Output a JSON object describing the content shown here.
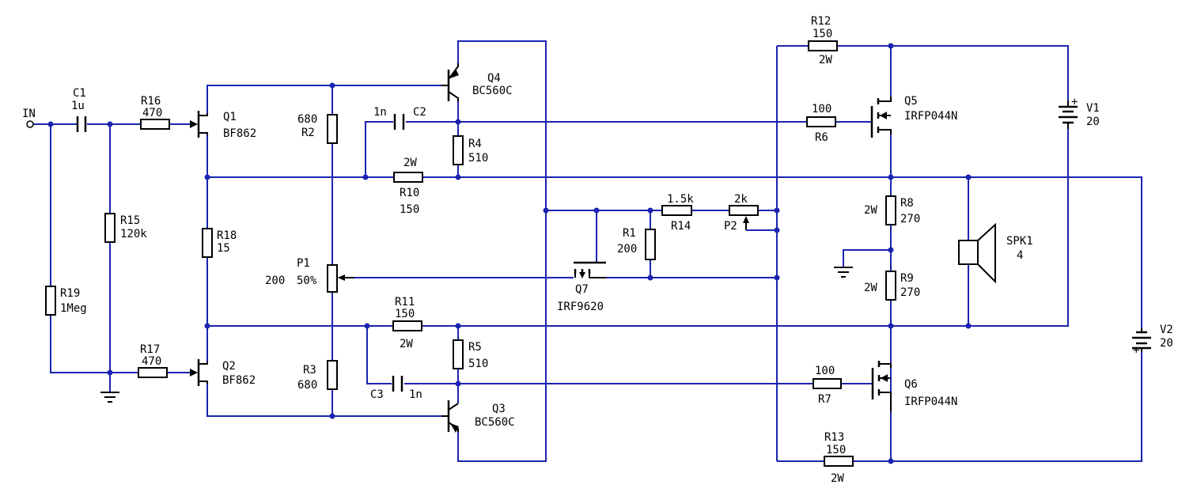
{
  "input": {
    "label": "IN"
  },
  "components": {
    "C1": {
      "ref": "C1",
      "value": "1u"
    },
    "C2": {
      "ref": "C2",
      "value": "1n"
    },
    "C3": {
      "ref": "C3",
      "value": "1n"
    },
    "R1": {
      "ref": "R1",
      "value": "200"
    },
    "R2": {
      "ref": "R2",
      "value": "680"
    },
    "R3": {
      "ref": "R3",
      "value": "680"
    },
    "R4": {
      "ref": "R4",
      "value": "510"
    },
    "R5": {
      "ref": "R5",
      "value": "510"
    },
    "R6": {
      "ref": "R6",
      "value": "100"
    },
    "R7": {
      "ref": "R7",
      "value": "100"
    },
    "R8": {
      "ref": "R8",
      "value": "270",
      "power": "2W"
    },
    "R9": {
      "ref": "R9",
      "value": "270",
      "power": "2W"
    },
    "R10": {
      "ref": "R10",
      "value": "150",
      "power": "2W"
    },
    "R11": {
      "ref": "R11",
      "value": "150",
      "power": "2W"
    },
    "R12": {
      "ref": "R12",
      "value": "150",
      "power": "2W"
    },
    "R13": {
      "ref": "R13",
      "value": "150",
      "power": "2W"
    },
    "R14": {
      "ref": "R14",
      "value": "1.5k"
    },
    "R15": {
      "ref": "R15",
      "value": "120k"
    },
    "R16": {
      "ref": "R16",
      "value": "470"
    },
    "R17": {
      "ref": "R17",
      "value": "470"
    },
    "R18": {
      "ref": "R18",
      "value": "15"
    },
    "R19": {
      "ref": "R19",
      "value": "1Meg"
    },
    "P1": {
      "ref": "P1",
      "value": "200",
      "setting": "50%"
    },
    "P2": {
      "ref": "P2",
      "value": "2k"
    },
    "Q1": {
      "ref": "Q1",
      "part": "BF862"
    },
    "Q2": {
      "ref": "Q2",
      "part": "BF862"
    },
    "Q3": {
      "ref": "Q3",
      "part": "BC560C"
    },
    "Q4": {
      "ref": "Q4",
      "part": "BC560C"
    },
    "Q5": {
      "ref": "Q5",
      "part": "IRFP044N"
    },
    "Q6": {
      "ref": "Q6",
      "part": "IRFP044N"
    },
    "Q7": {
      "ref": "Q7",
      "part": "IRF9620"
    },
    "V1": {
      "ref": "V1",
      "value": "20"
    },
    "V2": {
      "ref": "V2",
      "value": "20"
    },
    "SPK1": {
      "ref": "SPK1",
      "value": "4"
    }
  },
  "colors": {
    "wire": "#1a24b0",
    "component": "#000000",
    "background": "#ffffff"
  }
}
